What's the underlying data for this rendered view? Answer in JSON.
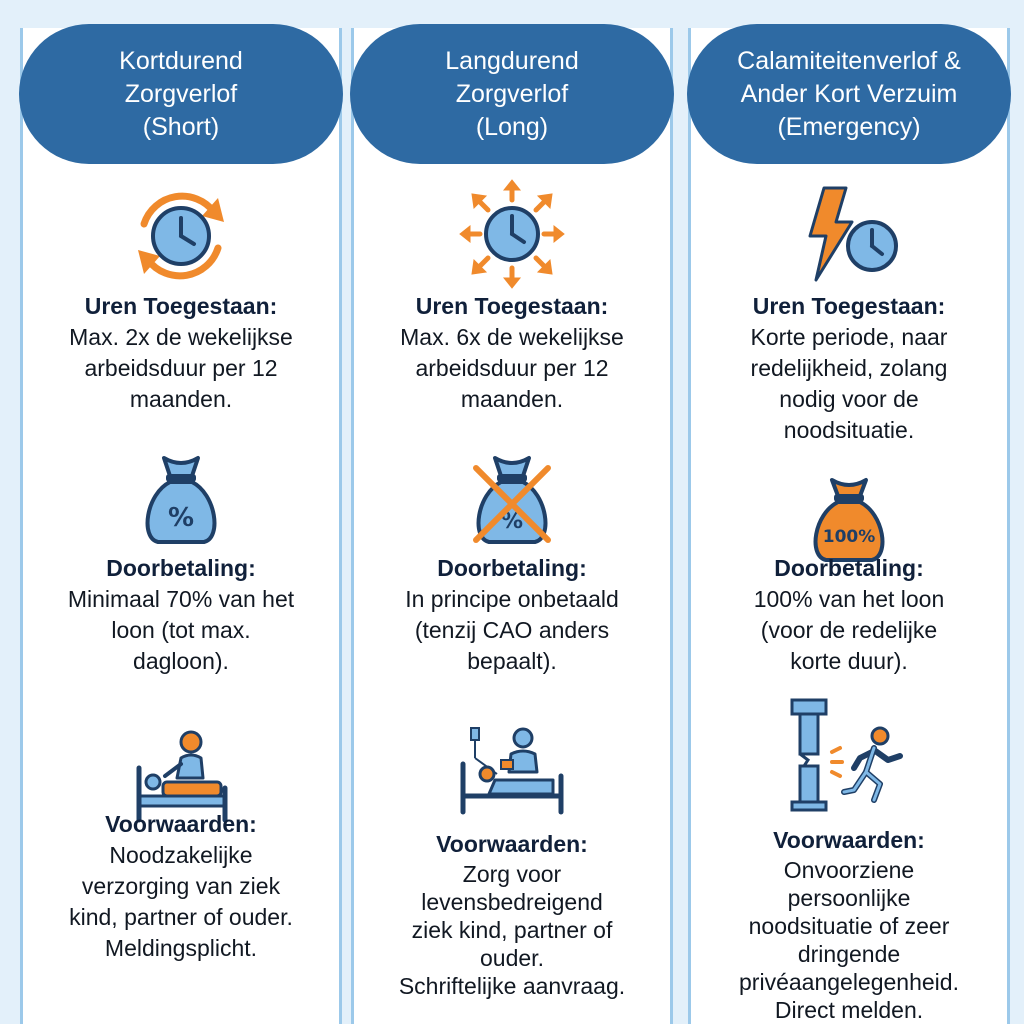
{
  "columns": [
    {
      "title_lines": [
        "Kortdurend",
        "Zorgverlof",
        "(Short)"
      ],
      "hours_label": "Uren Toegestaan:",
      "hours_lines": [
        "Max. 2x de wekelijkse",
        "arbeidsduur per 12",
        "maanden."
      ],
      "pay_label": "Doorbetaling:",
      "pay_lines": [
        "Minimaal 70% van het",
        "loon (tot max.",
        "dagloon)."
      ],
      "pay_icon_text": "%",
      "cond_label": "Voorwaarden:",
      "cond_lines": [
        "Noodzakelijke",
        "verzorging van ziek",
        "kind, partner of ouder.",
        "Meldingsplicht."
      ]
    },
    {
      "title_lines": [
        "Langdurend",
        "Zorgverlof",
        "(Long)"
      ],
      "hours_label": "Uren Toegestaan:",
      "hours_lines": [
        "Max. 6x de wekelijkse",
        "arbeidsduur per 12",
        "maanden."
      ],
      "pay_label": "Doorbetaling:",
      "pay_lines": [
        "In principe onbetaald",
        "(tenzij CAO anders",
        "bepaalt)."
      ],
      "pay_icon_text": "%",
      "cond_label": "Voorwaarden:",
      "cond_lines": [
        "Zorg voor",
        "levensbedreigend",
        "ziek kind, partner of",
        "ouder.",
        "Schriftelijke aanvraag."
      ]
    },
    {
      "title_lines": [
        "Calamiteitenverlof &",
        "Ander Kort Verzuim",
        "(Emergency)"
      ],
      "hours_label": "Uren Toegestaan:",
      "hours_lines": [
        "Korte periode, naar",
        "redelijkheid, zolang",
        "nodig voor de",
        "noodsituatie."
      ],
      "pay_label": "Doorbetaling:",
      "pay_lines": [
        "100% van het loon",
        "(voor de redelijke",
        "korte duur)."
      ],
      "pay_icon_text": "100%",
      "cond_label": "Voorwaarden:",
      "cond_lines": [
        "Onvoorziene",
        "persoonlijke",
        "noodsituatie of zeer",
        "dringende",
        "privéaangelegenheid.",
        "Direct melden."
      ]
    }
  ],
  "colors": {
    "header": "#2e6aa3",
    "accent_orange": "#f08a2c",
    "icon_blue": "#7fb8e6",
    "icon_stroke": "#1f3f66",
    "divider": "#9cc9ea"
  },
  "icons": {
    "short_hours": "clock-cycle-icon",
    "long_hours": "clock-expand-icon",
    "emergency_hours": "lightning-clock-icon",
    "short_pay": "money-bag-percent-icon",
    "long_pay": "money-bag-crossed-icon",
    "emergency_pay": "money-bag-100-icon",
    "short_cond": "caregiver-bed-icon",
    "long_cond": "hospital-bed-icon",
    "emergency_cond": "emergency-exit-icon"
  }
}
